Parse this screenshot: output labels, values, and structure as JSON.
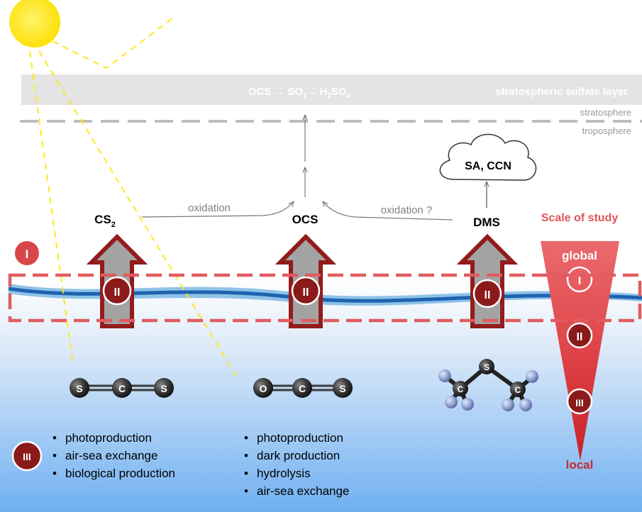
{
  "atmosphere": {
    "reaction": {
      "ocs": "OCS",
      "arrow": "→",
      "so": "SO",
      "so_sub": "2",
      "h2so4_h": "H",
      "h2so4_2": "2",
      "h2so4_so": "SO",
      "h2so4_4": "4"
    },
    "sulfate_layer_label": "stratospheric sulfate layer",
    "stratosphere_label": "stratosphere",
    "troposphere_label": "troposphere",
    "cloud_label": "SA, CCN"
  },
  "compounds": {
    "cs2_main": "CS",
    "cs2_sub": "2",
    "ocs": "OCS",
    "dms": "DMS"
  },
  "pathways": {
    "oxidation_left": "oxidation",
    "oxidation_right": "oxidation ?"
  },
  "scale": {
    "title": "Scale of study",
    "global": "global",
    "local": "local",
    "levels": [
      "I",
      "II",
      "III"
    ]
  },
  "molecules": {
    "cs2": [
      "S",
      "C",
      "S"
    ],
    "ocs": [
      "O",
      "C",
      "S"
    ],
    "dms": [
      "C",
      "S",
      "C"
    ]
  },
  "processes": {
    "cs2": [
      "photoproduction",
      "air-sea exchange",
      "biological production"
    ],
    "ocs": [
      "photoproduction",
      "dark production",
      "hydrolysis",
      "air-sea exchange"
    ]
  },
  "colors": {
    "scale_red": "#d9464a",
    "dark_red": "#8b1a1a",
    "ocean_top": "#ffffff",
    "ocean_bottom": "#6fb0f2",
    "sun": "#ffe000"
  }
}
